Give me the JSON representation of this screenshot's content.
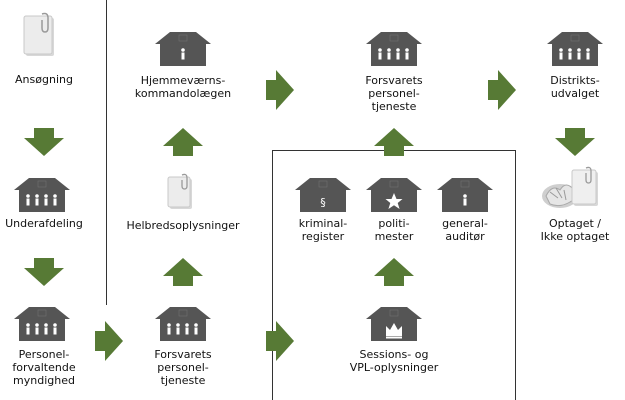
{
  "colors": {
    "arrow": "#577a35",
    "house": "#555555",
    "figure": "#ffffff",
    "line": "#333333"
  },
  "nodes": {
    "ansogning": {
      "label": "Ansøgning",
      "icon": "document-icon"
    },
    "underafdeling": {
      "label": "Underafdeling",
      "icon": "house-people-icon"
    },
    "personelforvaltende": {
      "label": "Personel-\nforvaltende\nmyndighed",
      "icon": "house-people-icon"
    },
    "hjemmevaern": {
      "label": "Hjemmeværns-\nkommandolægen",
      "icon": "house-person-icon"
    },
    "helbred": {
      "label": "Helbredsoplysninger",
      "icon": "document-icon"
    },
    "forsvarets_bottom": {
      "label": "Forsvarets\npersonel-\ntjeneste",
      "icon": "house-people-icon"
    },
    "forsvarets_top": {
      "label": "Forsvarets\npersonel-\ntjeneste",
      "icon": "house-people-icon"
    },
    "kriminalregister": {
      "label": "kriminal-\nregister",
      "icon": "house-paragraph-icon"
    },
    "politimester": {
      "label": "politi-\nmester",
      "icon": "house-star-icon"
    },
    "generalauditor": {
      "label": "general-\nauditør",
      "icon": "house-person-icon"
    },
    "sessions": {
      "label": "Sessions- og\nVPL-oplysninger",
      "icon": "house-crown-icon"
    },
    "distriktsudvalget": {
      "label": "Distrikts-\nudvalget",
      "icon": "house-people-icon"
    },
    "optaget": {
      "label": "Optaget /\nIkke optaget",
      "icon": "documents-stack-icon"
    }
  }
}
